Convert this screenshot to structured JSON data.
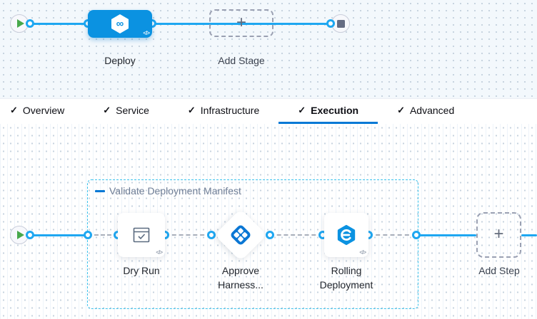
{
  "canvas_top": {
    "stage": {
      "name": "Deploy"
    },
    "add_stage": "Add Stage"
  },
  "tabs": [
    {
      "label": "Overview",
      "checked": true,
      "active": false
    },
    {
      "label": "Service",
      "checked": true,
      "active": false
    },
    {
      "label": "Infrastructure",
      "checked": true,
      "active": false
    },
    {
      "label": "Execution",
      "checked": true,
      "active": true
    },
    {
      "label": "Advanced",
      "checked": true,
      "active": false
    }
  ],
  "canvas_execution": {
    "group": {
      "label": "Validate Deployment Manifest"
    },
    "steps": [
      {
        "label": "Dry Run"
      },
      {
        "label": "Approve Harness..."
      },
      {
        "label": "Rolling Deployment"
      }
    ],
    "add_step": "Add Step"
  },
  "icons": {
    "check": "✓",
    "plus": "+",
    "code": "</>",
    "infinity": "∞"
  },
  "colors": {
    "accent_blue": "#0b92e1",
    "flow_line": "#1ea7f1",
    "active_tab_underline": "#0278d5",
    "group_border": "#38c1ec",
    "play_green": "#47a84b"
  }
}
